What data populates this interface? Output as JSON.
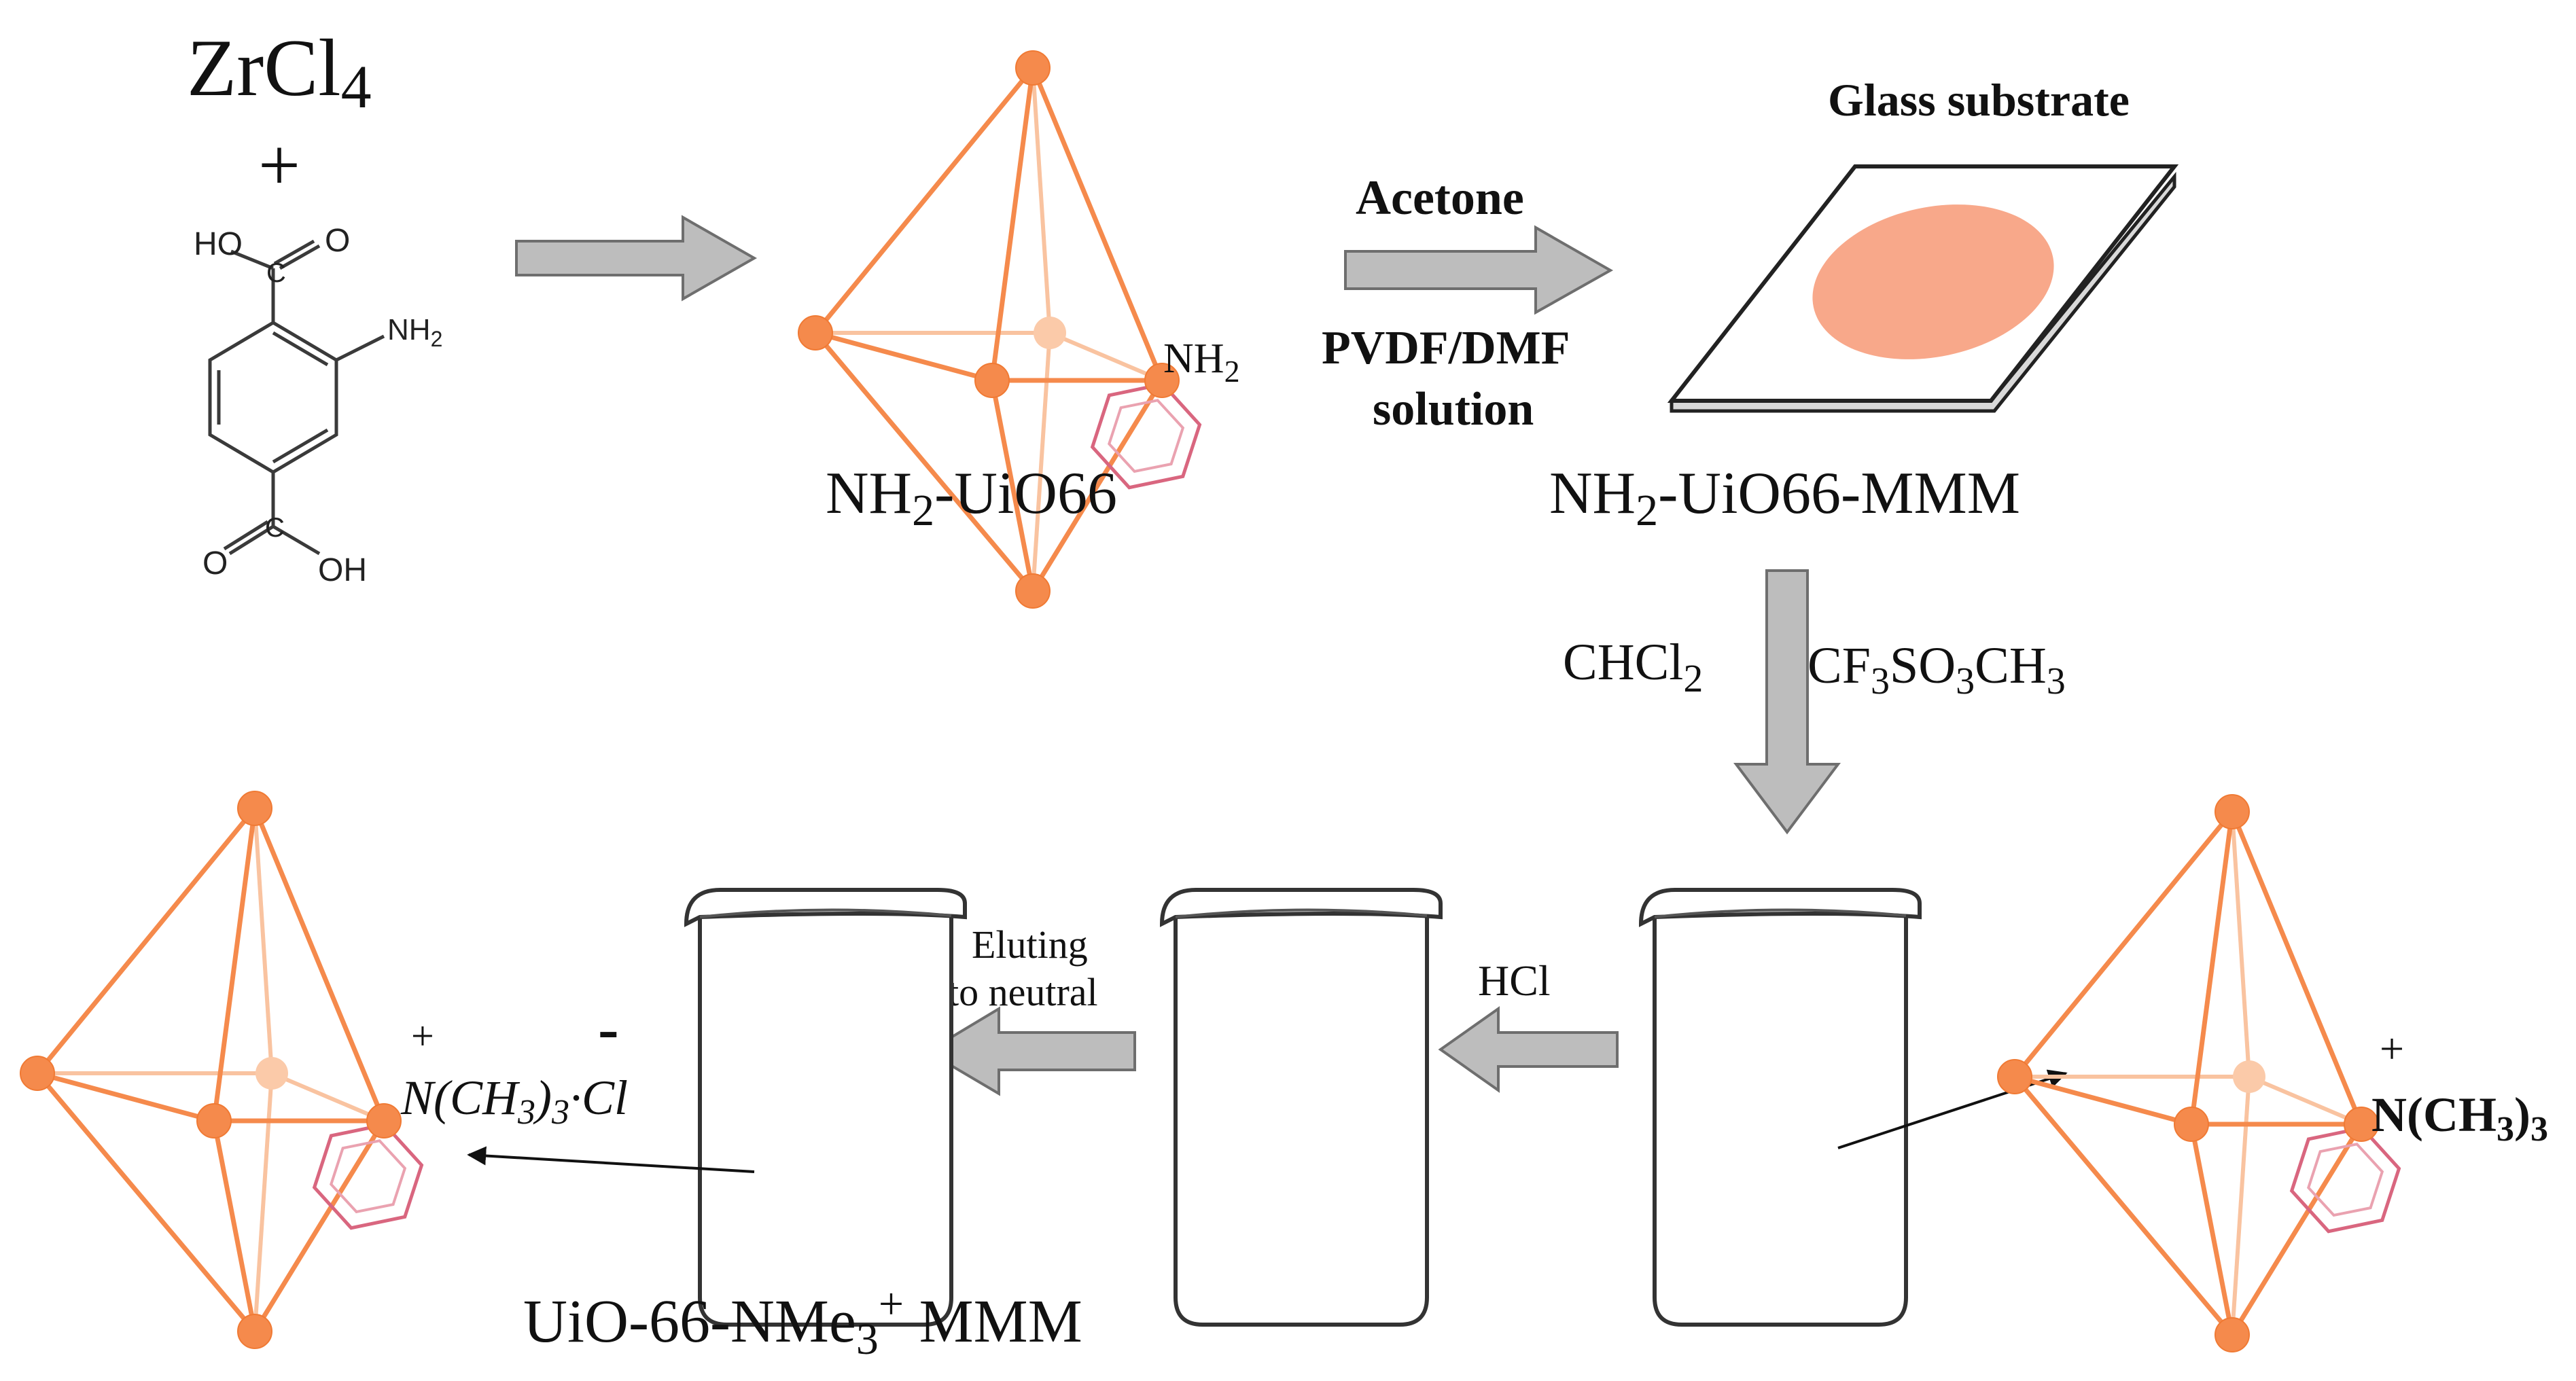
{
  "reagents": {
    "zrcl4": "ZrCl",
    "zrcl4_sub": "4",
    "plus": "+",
    "acid_ho": "HO",
    "acid_o_top": "O",
    "acid_c_top": "C",
    "acid_nh2": "NH",
    "acid_nh2_sub": "2",
    "acid_c_bottom": "C",
    "acid_o_bottom": "O",
    "acid_oh": "OH"
  },
  "mof": {
    "label_a": "NH",
    "label_sub": "2",
    "label_b": "-UiO66",
    "amine_a": "NH",
    "amine_sub": "2"
  },
  "step1": {
    "solvent_top": "Acetone",
    "solvent_bottom_1": "PVDF/DMF",
    "solvent_bottom_2": "solution"
  },
  "membrane": {
    "substrate_label": "Glass substrate",
    "label_a": "NH",
    "label_sub": "2",
    "label_b": "-UiO66-MMM"
  },
  "step2": {
    "left_a": "CHCl",
    "left_sub": "2",
    "right_a": "CF",
    "right_sub1": "3",
    "right_b": "SO",
    "right_sub2": "3",
    "right_c": "CH",
    "right_sub3": "3"
  },
  "methylated": {
    "charge": "+",
    "group_a": "N(CH",
    "group_sub": "3",
    "group_b": ")",
    "group_sub2": "3"
  },
  "step3": {
    "reagent": "HCl"
  },
  "step4": {
    "line1": "Eluting",
    "line2": "to neutral"
  },
  "final": {
    "charge_plus": "+",
    "charge_minus": "-",
    "group_a": "N(CH",
    "group_sub": "3",
    "group_b": ")",
    "group_sub2": "3",
    "group_c": "·Cl",
    "label_a": "UiO-66-NMe",
    "label_sub": "3",
    "label_sup": "+",
    "label_b": " MMM"
  }
}
